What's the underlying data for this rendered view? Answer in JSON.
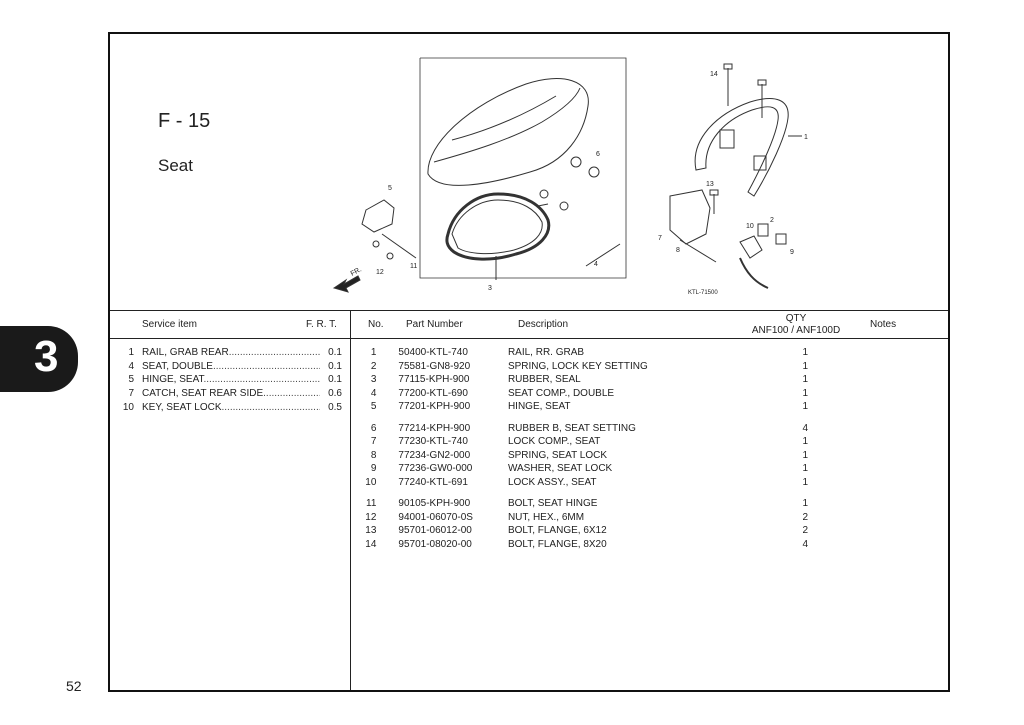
{
  "page": {
    "number": "52",
    "section_tab": "3"
  },
  "figure": {
    "code": "F - 15",
    "title": "Seat",
    "ref_code": "KTL-71500",
    "direction_label": "FR."
  },
  "headers": {
    "service_item": "Service item",
    "frt": "F. R. T.",
    "no": "No.",
    "part_number": "Part Number",
    "description": "Description",
    "qty": "QTY",
    "model": "ANF100 / ANF100D",
    "notes": "Notes"
  },
  "service_items": [
    {
      "no": "1",
      "name": "RAIL, GRAB REAR",
      "frt": "0.1"
    },
    {
      "no": "4",
      "name": "SEAT, DOUBLE",
      "frt": "0.1"
    },
    {
      "no": "5",
      "name": "HINGE, SEAT",
      "frt": "0.1"
    },
    {
      "no": "7",
      "name": "CATCH, SEAT REAR SIDE",
      "frt": "0.6"
    },
    {
      "no": "10",
      "name": "KEY, SEAT LOCK",
      "frt": "0.5"
    }
  ],
  "parts": [
    {
      "no": "1",
      "part_number": "50400-KTL-740",
      "description": "RAIL, RR. GRAB",
      "qty": "1"
    },
    {
      "no": "2",
      "part_number": "75581-GN8-920",
      "description": "SPRING, LOCK KEY SETTING",
      "qty": "1"
    },
    {
      "no": "3",
      "part_number": "77115-KPH-900",
      "description": "RUBBER, SEAL",
      "qty": "1"
    },
    {
      "no": "4",
      "part_number": "77200-KTL-690",
      "description": "SEAT COMP., DOUBLE",
      "qty": "1"
    },
    {
      "no": "5",
      "part_number": "77201-KPH-900",
      "description": "HINGE, SEAT",
      "qty": "1"
    },
    {
      "no": "6",
      "part_number": "77214-KPH-900",
      "description": "RUBBER B, SEAT SETTING",
      "qty": "4"
    },
    {
      "no": "7",
      "part_number": "77230-KTL-740",
      "description": "LOCK COMP., SEAT",
      "qty": "1"
    },
    {
      "no": "8",
      "part_number": "77234-GN2-000",
      "description": "SPRING, SEAT LOCK",
      "qty": "1"
    },
    {
      "no": "9",
      "part_number": "77236-GW0-000",
      "description": "WASHER, SEAT LOCK",
      "qty": "1"
    },
    {
      "no": "10",
      "part_number": "77240-KTL-691",
      "description": "LOCK ASSY., SEAT",
      "qty": "1"
    },
    {
      "no": "11",
      "part_number": "90105-KPH-900",
      "description": "BOLT, SEAT HINGE",
      "qty": "1"
    },
    {
      "no": "12",
      "part_number": "94001-06070-0S",
      "description": "NUT, HEX., 6MM",
      "qty": "2"
    },
    {
      "no": "13",
      "part_number": "95701-06012-00",
      "description": "BOLT, FLANGE, 6X12",
      "qty": "2"
    },
    {
      "no": "14",
      "part_number": "95701-08020-00",
      "description": "BOLT, FLANGE, 8X20",
      "qty": "4"
    }
  ],
  "callouts": {
    "c1": "1",
    "c2": "2",
    "c3": "3",
    "c4": "4",
    "c5": "5",
    "c6": "6",
    "c7": "7",
    "c8": "8",
    "c9": "9",
    "c10": "10",
    "c11": "11",
    "c12": "12",
    "c13": "13",
    "c14": "14"
  }
}
